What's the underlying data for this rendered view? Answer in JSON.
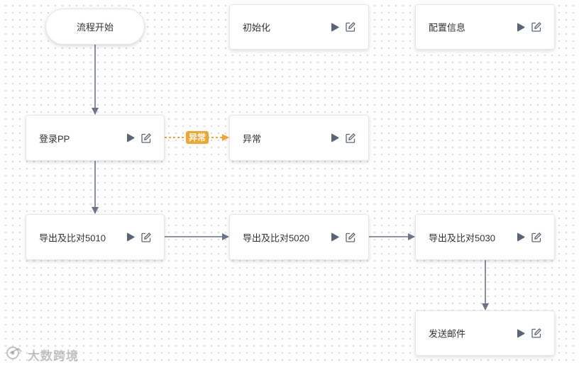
{
  "flow": {
    "start_label": "流程开始",
    "exception_edge_label": "异常",
    "nodes": {
      "init": {
        "label": "初始化",
        "run_icon": "play-icon",
        "edit_icon": "edit-icon"
      },
      "config": {
        "label": "配置信息",
        "run_icon": "play-icon",
        "edit_icon": "edit-icon"
      },
      "login": {
        "label": "登录PP",
        "run_icon": "play-icon",
        "edit_icon": "edit-icon"
      },
      "exception": {
        "label": "异常",
        "run_icon": "play-icon",
        "edit_icon": "edit-icon"
      },
      "export5010": {
        "label": "导出及比对5010",
        "run_icon": "play-icon",
        "edit_icon": "edit-icon"
      },
      "export5020": {
        "label": "导出及比对5020",
        "run_icon": "play-icon",
        "edit_icon": "edit-icon"
      },
      "export5030": {
        "label": "导出及比对5030",
        "run_icon": "play-icon",
        "edit_icon": "edit-icon"
      },
      "email": {
        "label": "发送邮件",
        "run_icon": "play-icon",
        "edit_icon": "edit-icon"
      }
    },
    "edges": [
      {
        "from": "start",
        "to": "login",
        "style": "solid"
      },
      {
        "from": "login",
        "to": "exception",
        "style": "dashed",
        "label": "异常"
      },
      {
        "from": "login",
        "to": "export5010",
        "style": "solid"
      },
      {
        "from": "export5010",
        "to": "export5020",
        "style": "solid"
      },
      {
        "from": "export5020",
        "to": "export5030",
        "style": "solid"
      },
      {
        "from": "export5030",
        "to": "email",
        "style": "solid"
      }
    ]
  },
  "watermark": {
    "text": "大数跨境",
    "icon": "logo-icon"
  },
  "colors": {
    "edge": "#6b7489",
    "exception_edge": "#f2a630",
    "icon": "#5c6577"
  }
}
